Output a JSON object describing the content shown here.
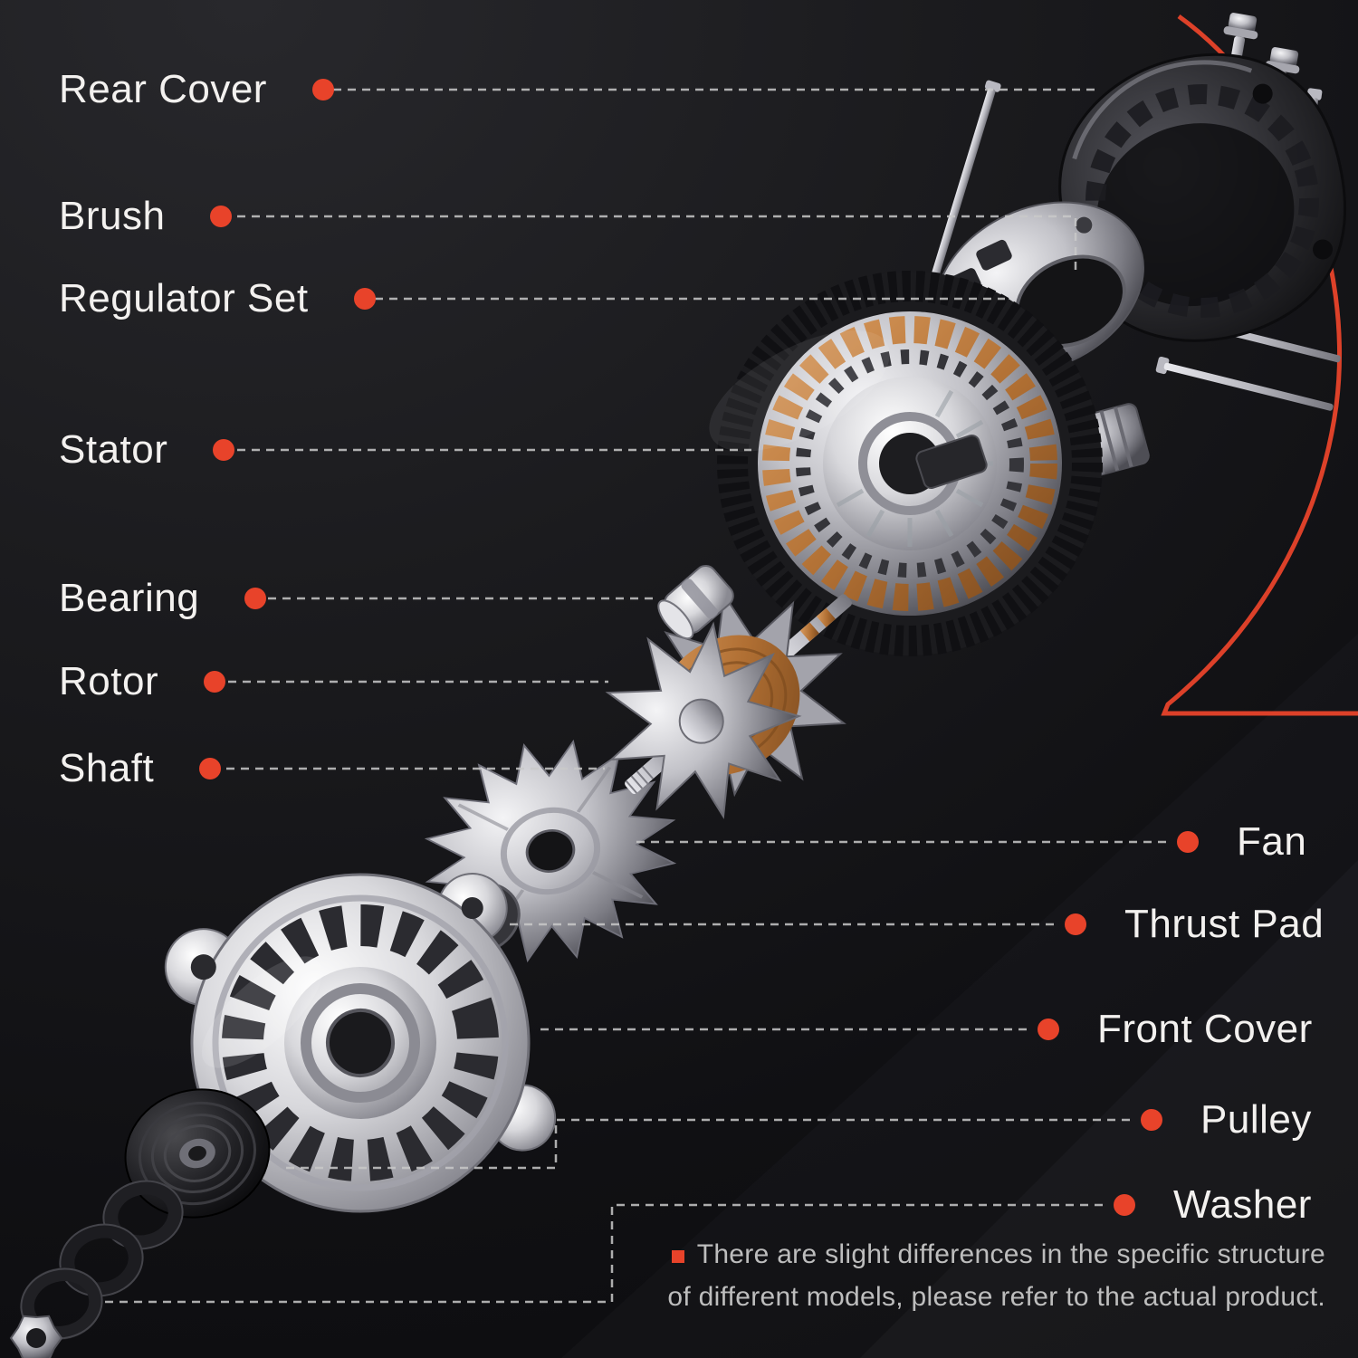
{
  "colors": {
    "accent": "#e8432a",
    "label_text": "#f3f1ef",
    "leader_line": "#c9c9c9",
    "disclaimer_text": "#bdbdbd"
  },
  "labels_left": [
    {
      "text": "Rear Cover"
    },
    {
      "text": "Brush"
    },
    {
      "text": "Regulator Set"
    },
    {
      "text": "Stator"
    },
    {
      "text": "Bearing"
    },
    {
      "text": "Rotor"
    },
    {
      "text": "Shaft"
    }
  ],
  "labels_right": [
    {
      "text": "Fan"
    },
    {
      "text": "Thrust Pad"
    },
    {
      "text": "Front Cover"
    },
    {
      "text": "Pulley"
    },
    {
      "text": "Washer"
    }
  ],
  "disclaimer": {
    "line1": "There are slight differences in the specific structure",
    "line2": "of different models, please refer to the actual product."
  }
}
